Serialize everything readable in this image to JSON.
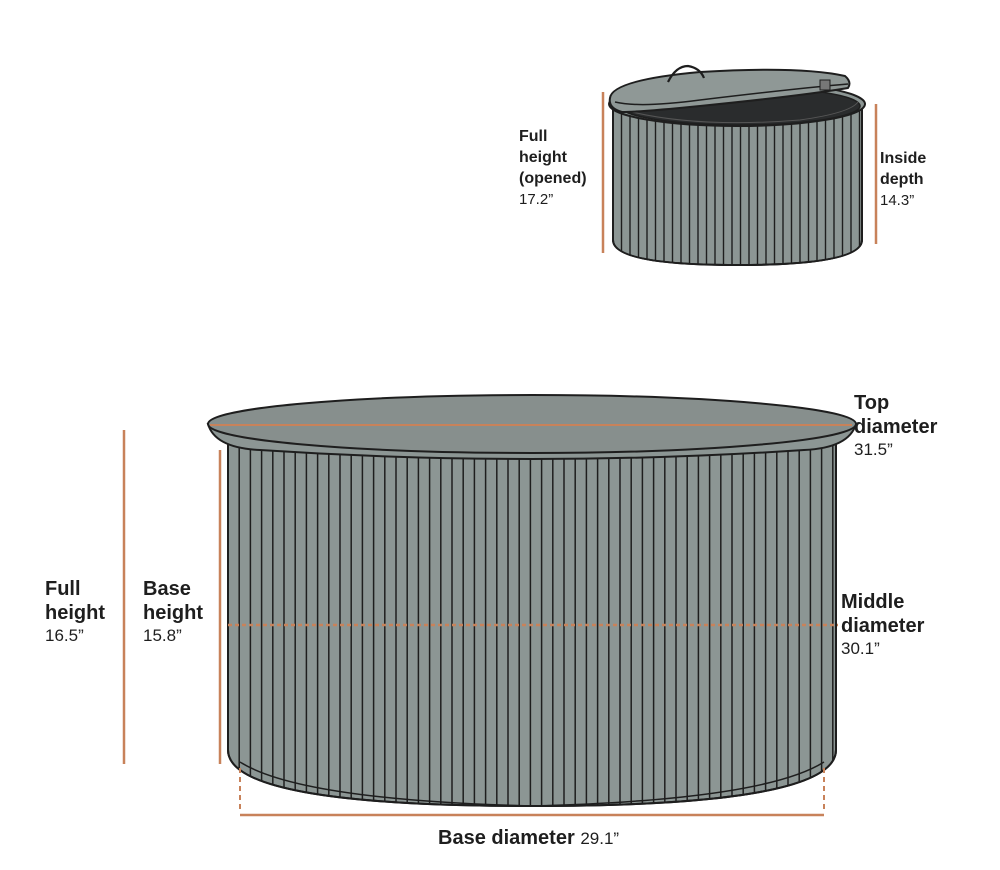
{
  "colors": {
    "dimension_line": "#c8825a",
    "body_fill": "#8c9694",
    "top_fill": "#858d8b",
    "outline": "#1e1e1e",
    "text": "#1e1e1e"
  },
  "opened_view": {
    "full_height_opened": {
      "name_lines": [
        "Full",
        "height",
        "(opened)"
      ],
      "value": "17.2”"
    },
    "inside_depth": {
      "name_lines": [
        "Inside",
        "depth"
      ],
      "value": "14.3”"
    }
  },
  "closed_view": {
    "top_diameter": {
      "name_lines": [
        "Top",
        "diameter"
      ],
      "value": "31.5”"
    },
    "middle_diameter": {
      "name_lines": [
        "Middle",
        "diameter"
      ],
      "value": "30.1”"
    },
    "full_height": {
      "name_lines": [
        "Full",
        "height"
      ],
      "value": "16.5”"
    },
    "base_height": {
      "name_lines": [
        "Base",
        "height"
      ],
      "value": "15.8”"
    },
    "base_diameter": {
      "name": "Base diameter",
      "value": "29.1”"
    }
  }
}
